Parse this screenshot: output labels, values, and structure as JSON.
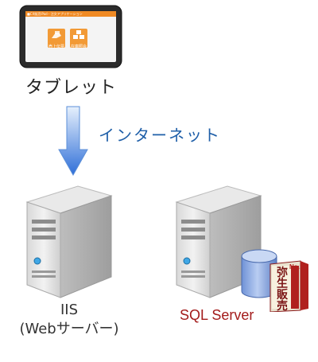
{
  "tablet": {
    "label": "タブレット",
    "screen_title": "■CX販売iPad・注文アプリケーション",
    "tiles": [
      {
        "label": "売上伝票"
      },
      {
        "label": "在庫照会"
      }
    ]
  },
  "connection": {
    "label": "インターネット"
  },
  "web_server": {
    "line1": "IIS",
    "line2": "(Webサーバー)"
  },
  "db_server": {
    "label": "SQL Server"
  },
  "product_box": {
    "title": "弥生販売",
    "badge": "No.1"
  },
  "colors": {
    "arrow_top": "#dbe9fb",
    "arrow_bottom": "#2f6fd8",
    "internet_text": "#1f5fa8",
    "sql_text": "#a31a1a",
    "tile_orange": "#f29a36"
  }
}
